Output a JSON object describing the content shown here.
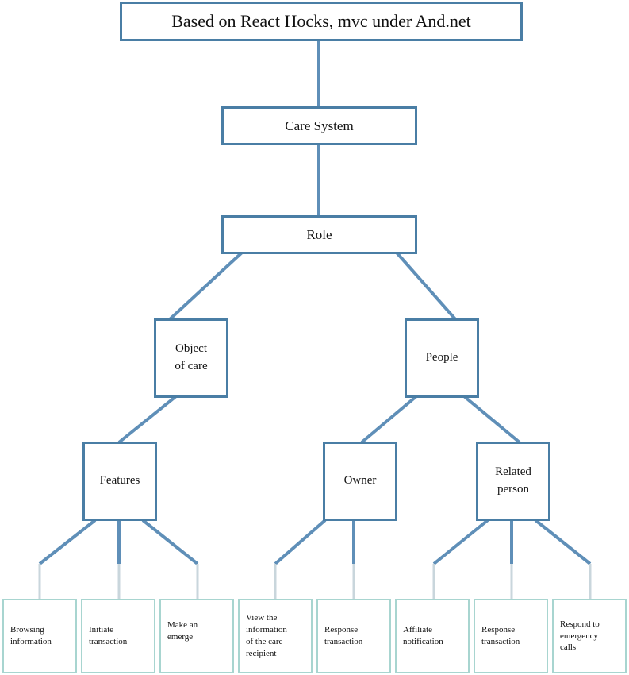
{
  "colors": {
    "box_border": "#4a7ea5",
    "connector": "#5f8fb8",
    "leaf_border": "#a8d5d0",
    "leaf_stub": "#c9d6dc"
  },
  "root": {
    "label": "Based on React Hocks, mvc under And.net"
  },
  "system": {
    "label": "Care System"
  },
  "role": {
    "label": "Role"
  },
  "object_of_care": {
    "label": "Object\nof care"
  },
  "people": {
    "label": "People"
  },
  "features": {
    "label": "Features"
  },
  "owner": {
    "label": "Owner"
  },
  "related_person": {
    "label": "Related\nperson"
  },
  "leaves": [
    {
      "label": "Browsing\ninformation"
    },
    {
      "label": "Initiate\ntransaction"
    },
    {
      "label": "Make an\nemerge"
    },
    {
      "label": "View the\ninformation\nof the care\nrecipient"
    },
    {
      "label": "Response\ntransaction"
    },
    {
      "label": "Affiliate\nnotification"
    },
    {
      "label": "Response\ntransaction"
    },
    {
      "label": "Respond to\nemergency\ncalls"
    }
  ]
}
